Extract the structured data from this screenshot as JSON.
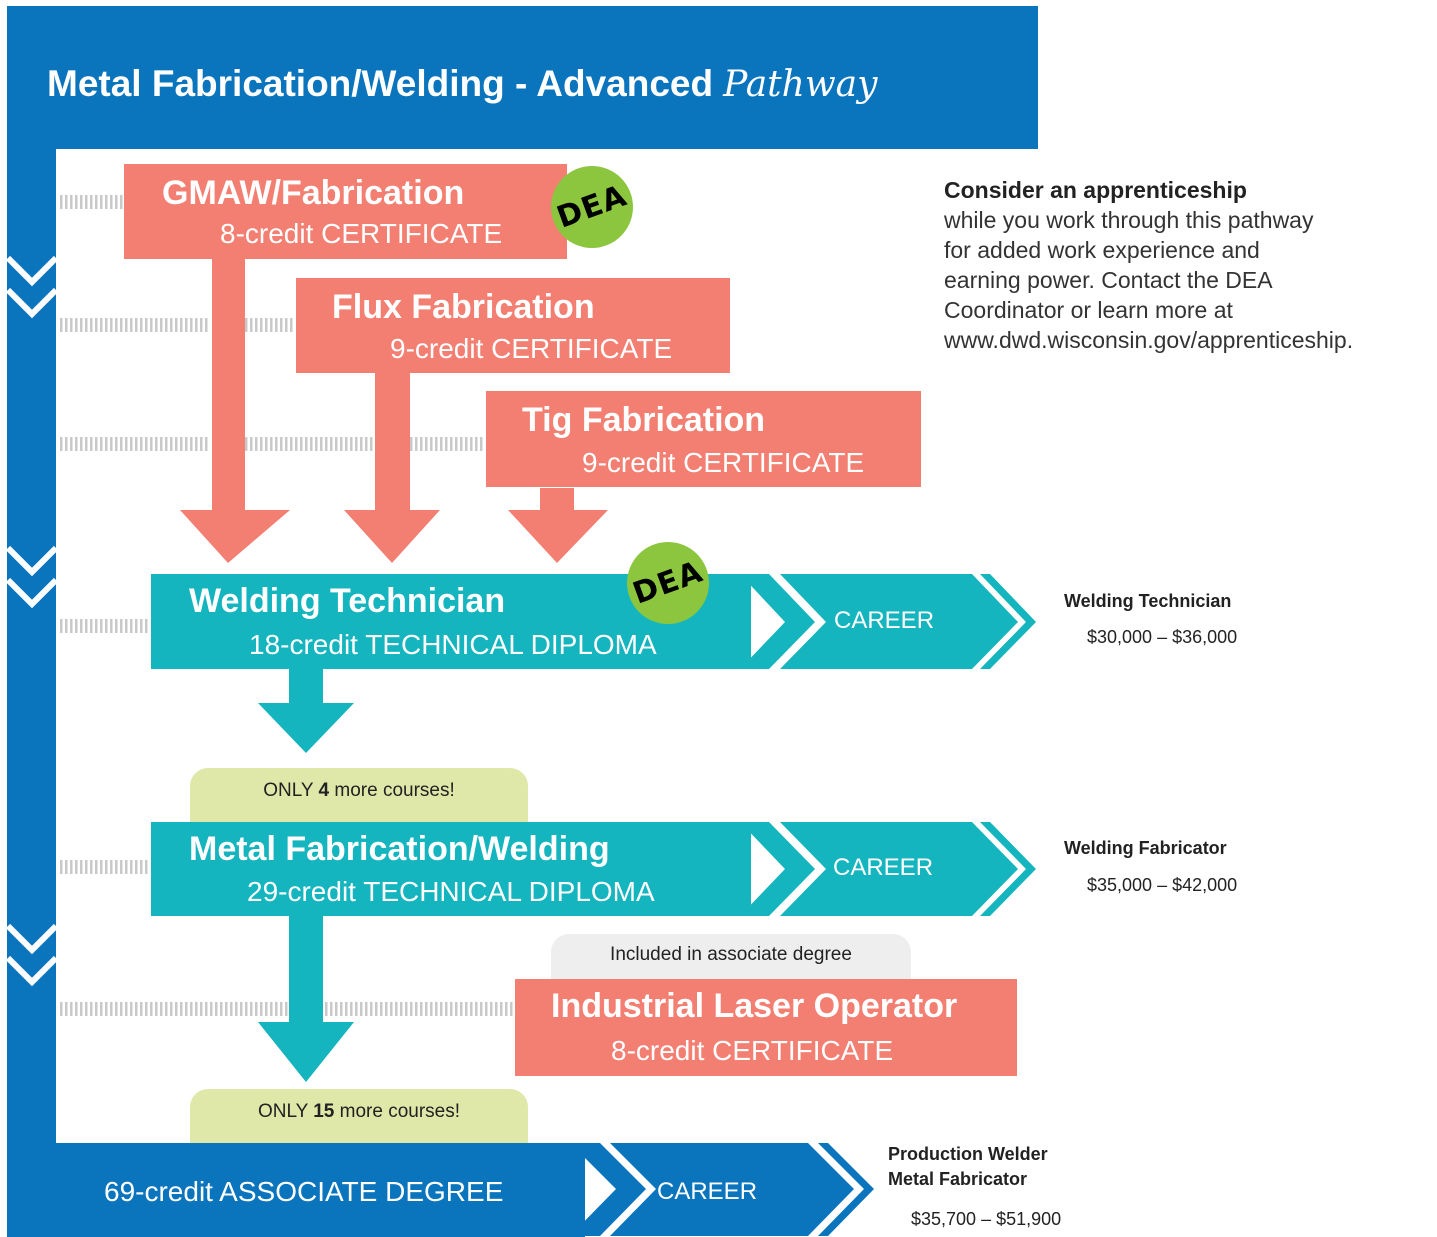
{
  "header": {
    "title_bold": "Metal Fabrication/Welding - Advanced",
    "title_script": "Pathway"
  },
  "certificates": {
    "gmaw": {
      "title": "GMAW/Fabrication",
      "sub": "8-credit CERTIFICATE"
    },
    "flux": {
      "title": "Flux Fabrication",
      "sub": "9-credit CERTIFICATE"
    },
    "tig": {
      "title": "Tig Fabrication",
      "sub": "9-credit CERTIFICATE"
    },
    "laser": {
      "title": "Industrial Laser Operator",
      "sub": "8-credit CERTIFICATE"
    }
  },
  "dea_badge": "DEA",
  "diplomas": {
    "technician": {
      "title": "Welding Technician",
      "sub": "18-credit TECHNICAL DIPLOMA"
    },
    "metalfab": {
      "title": "Metal Fabrication/Welding",
      "sub": "29-credit TECHNICAL DIPLOMA"
    }
  },
  "associate": {
    "sub": "69-credit ASSOCIATE DEGREE"
  },
  "career_label": "CAREER",
  "pills": {
    "four": {
      "pre": "ONLY ",
      "num": "4",
      "post": " more courses!"
    },
    "fifteen": {
      "pre": "ONLY ",
      "num": "15",
      "post": " more courses!"
    },
    "included": "Included in associate degree"
  },
  "apprenticeship": {
    "heading": "Consider an apprenticeship",
    "lines": [
      "while you work through this pathway",
      "for added work experience and",
      "earning power. Contact the DEA",
      "Coordinator or learn more at",
      "www.dwd.wisconsin.gov/apprenticeship."
    ]
  },
  "salaries": {
    "technician": {
      "title": "Welding Technician",
      "range": "$30,000 – $36,000"
    },
    "fabricator": {
      "title": "Welding Fabricator",
      "range": "$35,000 – $42,000"
    },
    "production": {
      "title1": "Production Welder",
      "title2": "Metal Fabricator",
      "range": "$35,700 – $51,900"
    }
  },
  "colors": {
    "blue": "#0a74bd",
    "teal": "#14b5be",
    "salmon": "#f27f72",
    "dea_green": "#8cc63f",
    "pill_green": "#dfe8a9",
    "pill_gray": "#eeeeee"
  }
}
